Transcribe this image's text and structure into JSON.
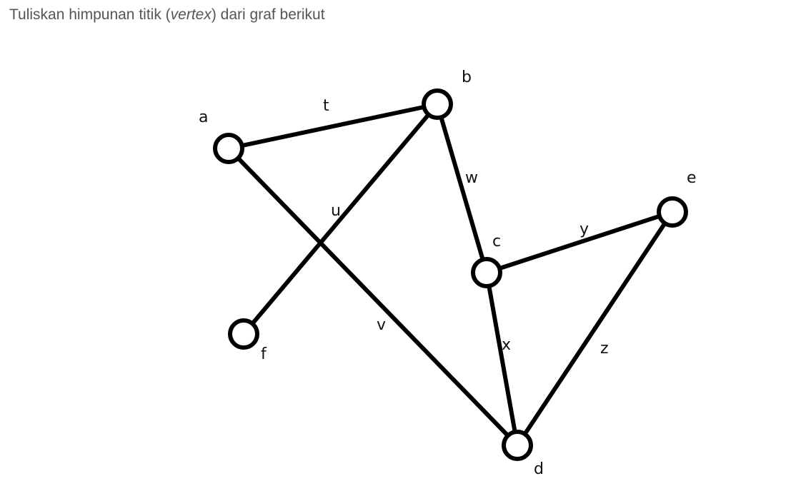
{
  "question": {
    "text_before": "Tuliskan himpunan titik (",
    "italic": "vertex",
    "text_after": ") dari graf berikut"
  },
  "graph": {
    "vertices": [
      "a",
      "b",
      "c",
      "d",
      "e",
      "f"
    ],
    "edges": [
      {
        "label": "t",
        "from": "a",
        "to": "b"
      },
      {
        "label": "u",
        "from": "b",
        "to": "f"
      },
      {
        "label": "v",
        "from": "a",
        "to": "d"
      },
      {
        "label": "w",
        "from": "b",
        "to": "c"
      },
      {
        "label": "x",
        "from": "c",
        "to": "d"
      },
      {
        "label": "y",
        "from": "c",
        "to": "e"
      },
      {
        "label": "z",
        "from": "e",
        "to": "d"
      }
    ]
  }
}
